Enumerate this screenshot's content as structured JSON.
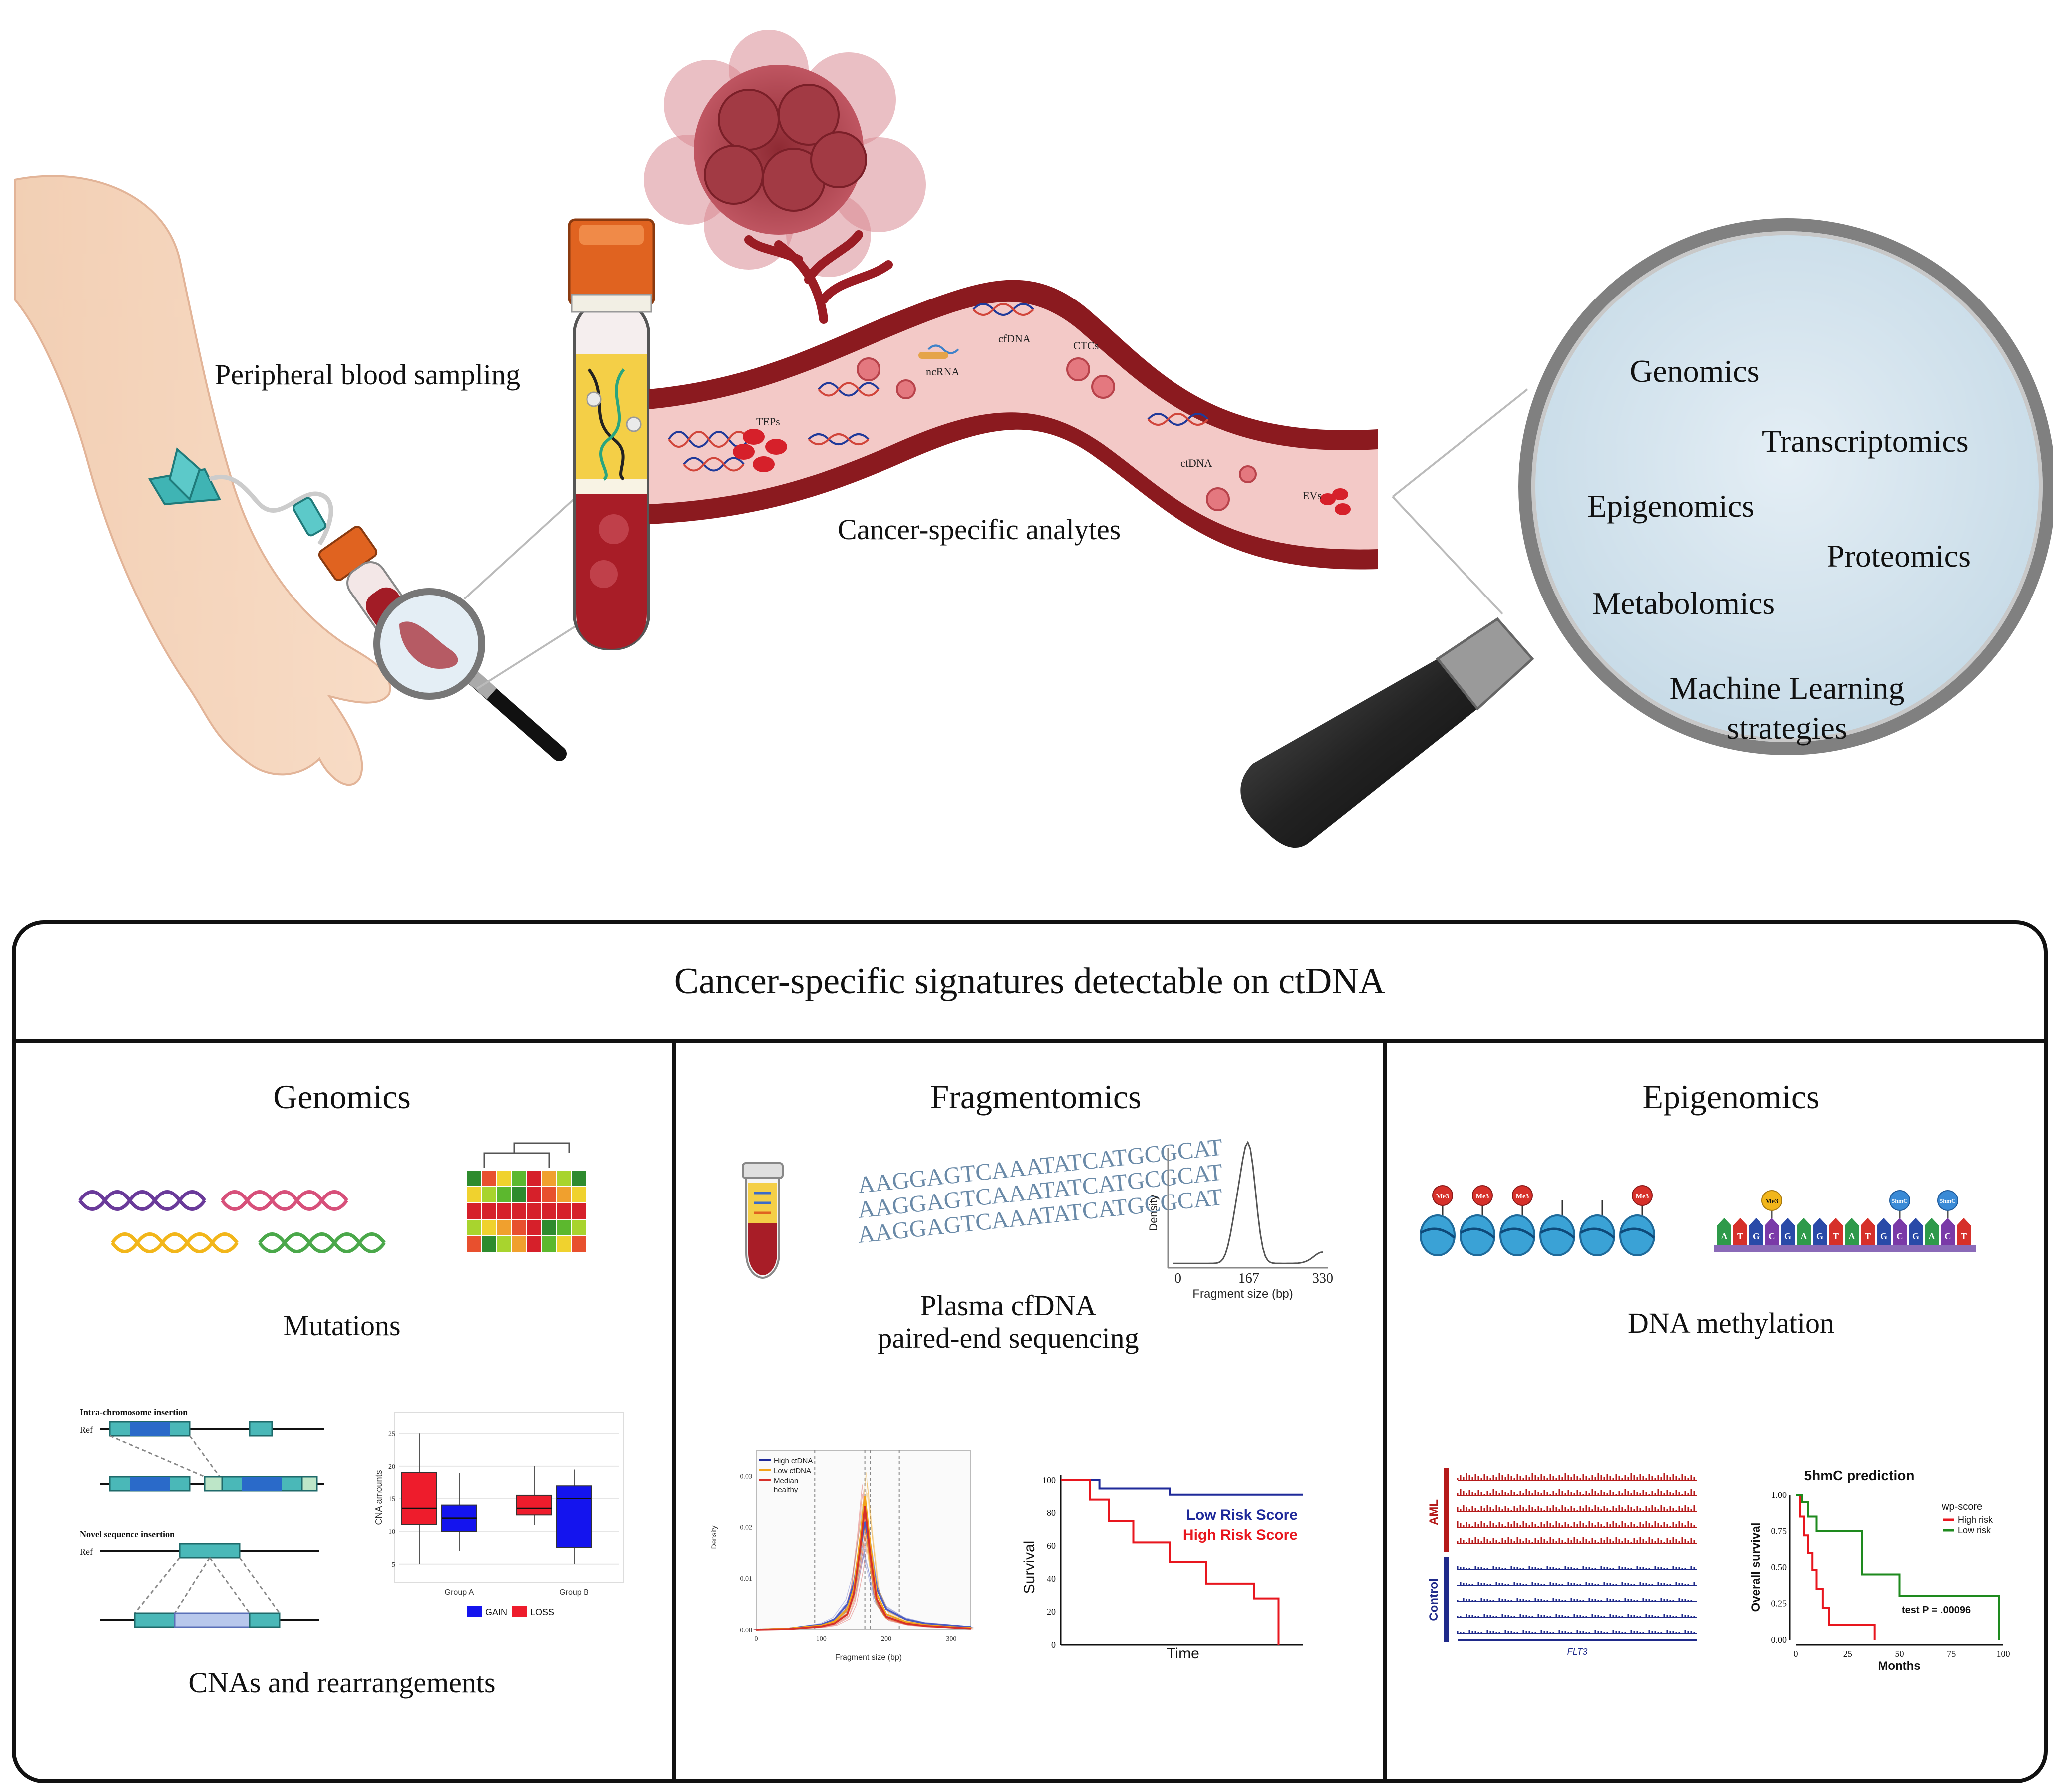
{
  "top": {
    "sampling_label": "Peripheral blood sampling",
    "analytes_label": "Cancer-specific analytes",
    "vessel_labels": {
      "teps": "TEPs",
      "ncrna": "ncRNA",
      "cfdna": "cfDNA",
      "ctcs": "CTCs",
      "ctdna": "ctDNA",
      "evs": "EVs"
    },
    "omics": {
      "genomics": "Genomics",
      "transcriptomics": "Transcriptomics",
      "epigenomics": "Epigenomics",
      "proteomics": "Proteomics",
      "metabolomics": "Metabolomics",
      "ml_line1": "Machine Learning",
      "ml_line2": "strategies"
    }
  },
  "panel": {
    "title": "Cancer-specific signatures detectable on ctDNA",
    "genomics": {
      "header": "Genomics",
      "mutations": "Mutations",
      "cnas": "CNAs and rearrangements",
      "intra_title": "Intra-chromosome insertion",
      "novel_title": "Novel sequence insertion",
      "ref1": "Ref",
      "ref2": "Ref",
      "box_ylabel": "CNA amounts",
      "group_a": "Group A",
      "group_b": "Group B",
      "gain": "GAIN",
      "loss": "LOSS",
      "box_yticks": [
        "25",
        "20",
        "15",
        "10",
        "5"
      ]
    },
    "fragmentomics": {
      "header": "Fragmentomics",
      "seq1": "Plasma cfDNA",
      "seq2": "paired-end sequencing",
      "dna_text": "AAGGAGTCAAATATCATGCGCAT",
      "dens_ylabel": "Density",
      "dens_xlabel": "Fragment size (bp)",
      "dens_ticks": [
        "0",
        "167",
        "330"
      ],
      "legend_high": "High ctDNA",
      "legend_low": "Low ctDNA",
      "legend_median1": "Median",
      "legend_median2": "healthy",
      "frag_yticks": [
        "0.03",
        "0.02",
        "0.01",
        "0.00"
      ],
      "frag_xticks": [
        "0",
        "100",
        "200",
        "300"
      ],
      "frag_xlabel": "Fragment size (bp)",
      "frag_ylabel": "Density",
      "surv_ylabel": "Survival",
      "surv_xlabel": "Time",
      "surv_yticks": [
        "100",
        "80",
        "60",
        "40",
        "20",
        "0"
      ],
      "low_risk": "Low Risk Score",
      "high_risk": "High Risk Score"
    },
    "epigenomics": {
      "header": "Epigenomics",
      "methylation": "DNA methylation",
      "me3": "Me3",
      "hmc": "5hmC",
      "bases": [
        "A",
        "T",
        "G",
        "C",
        "G",
        "A",
        "G",
        "T",
        "A",
        "T",
        "G",
        "C",
        "G",
        "A",
        "C",
        "T"
      ],
      "aml": "AML",
      "control": "Control",
      "gene": "FLT3",
      "km_title": "5hmC prediction",
      "km_ylabel": "Overall survival",
      "km_xlabel": "Months",
      "km_legend_title": "wp-score",
      "km_high": "High risk",
      "km_low": "Low risk",
      "km_test": "test P = .00096",
      "km_yticks": [
        "1.00",
        "0.75",
        "0.50",
        "0.25",
        "0.00"
      ],
      "km_xticks": [
        "0",
        "25",
        "50",
        "75",
        "100"
      ]
    }
  },
  "colors": {
    "vessel": "#8b1a1f",
    "blood": "#b52a33",
    "tube_cap": "#e06320",
    "lens": "#d6e6f0",
    "gain": "#1414ee",
    "loss": "#ee1c2c",
    "low_risk": "#1f2a9a",
    "high_risk": "#e8161e",
    "km_low": "#1e8a1e",
    "km_high": "#e8161e"
  },
  "chart_data": [
    {
      "type": "box",
      "ylabel": "CNA amounts",
      "categories": [
        "Group A",
        "Group B"
      ],
      "series": [
        {
          "name": "GAIN",
          "boxes": [
            {
              "min": 7,
              "q1": 10,
              "median": 12,
              "q3": 14,
              "max": 19
            },
            {
              "min": 5,
              "q1": 7.5,
              "median": 15,
              "q3": 17,
              "max": 19.5
            }
          ]
        },
        {
          "name": "LOSS",
          "boxes": [
            {
              "min": 5,
              "q1": 11,
              "median": 13.5,
              "q3": 19,
              "max": 25
            },
            {
              "min": 11,
              "q1": 12.5,
              "median": 13.5,
              "q3": 15.5,
              "max": 20
            }
          ]
        }
      ],
      "ylim": [
        3,
        27
      ]
    },
    {
      "type": "line",
      "xlabel": "Fragment size (bp)",
      "ylabel": "Density",
      "x": [
        0,
        50,
        100,
        120,
        140,
        150,
        160,
        167,
        175,
        185,
        200,
        230,
        260,
        300,
        330
      ],
      "series": [
        {
          "name": "High ctDNA",
          "values": [
            0,
            0.0002,
            0.001,
            0.002,
            0.005,
            0.009,
            0.016,
            0.021,
            0.016,
            0.008,
            0.004,
            0.002,
            0.0012,
            0.0008,
            0.0005
          ]
        },
        {
          "name": "Low ctDNA",
          "values": [
            0,
            0.0002,
            0.0008,
            0.0016,
            0.004,
            0.008,
            0.018,
            0.026,
            0.017,
            0.007,
            0.003,
            0.0015,
            0.0009,
            0.0005,
            0.0003
          ]
        },
        {
          "name": "Median healthy",
          "values": [
            0,
            0.0001,
            0.0006,
            0.0012,
            0.003,
            0.007,
            0.016,
            0.024,
            0.015,
            0.006,
            0.0025,
            0.0012,
            0.0007,
            0.0004,
            0.0002
          ]
        }
      ],
      "ylim": [
        0,
        0.035
      ],
      "xlim": [
        0,
        330
      ]
    },
    {
      "type": "line",
      "xlabel": "Time",
      "ylabel": "Survival",
      "series": [
        {
          "name": "Low Risk Score",
          "x": [
            0,
            0.16,
            0.16,
            0.45,
            0.45,
            1.0
          ],
          "values": [
            100,
            100,
            95,
            95,
            91,
            91
          ]
        },
        {
          "name": "High Risk Score",
          "x": [
            0,
            0.12,
            0.12,
            0.2,
            0.2,
            0.3,
            0.3,
            0.45,
            0.45,
            0.6,
            0.6,
            0.8,
            0.8,
            0.9,
            0.9
          ],
          "values": [
            100,
            100,
            88,
            88,
            75,
            75,
            62,
            62,
            50,
            50,
            37,
            37,
            28,
            28,
            0
          ]
        }
      ],
      "ylim": [
        0,
        100
      ]
    },
    {
      "type": "line",
      "title": "5hmC prediction",
      "xlabel": "Months",
      "ylabel": "Overall survival",
      "series": [
        {
          "name": "High risk",
          "x": [
            0,
            2,
            2,
            4,
            4,
            6,
            6,
            8,
            8,
            10,
            10,
            13,
            13,
            16,
            16,
            38,
            38
          ],
          "values": [
            1.0,
            1.0,
            0.85,
            0.85,
            0.72,
            0.72,
            0.6,
            0.6,
            0.48,
            0.48,
            0.35,
            0.35,
            0.22,
            0.22,
            0.1,
            0.1,
            0.0
          ]
        },
        {
          "name": "Low risk",
          "x": [
            0,
            3,
            3,
            6,
            6,
            10,
            10,
            32,
            32,
            50,
            50,
            98,
            98
          ],
          "values": [
            1.0,
            1.0,
            0.95,
            0.95,
            0.85,
            0.85,
            0.75,
            0.75,
            0.45,
            0.45,
            0.3,
            0.3,
            0.0
          ]
        }
      ],
      "xlim": [
        0,
        100
      ],
      "ylim": [
        0,
        1.0
      ]
    }
  ]
}
